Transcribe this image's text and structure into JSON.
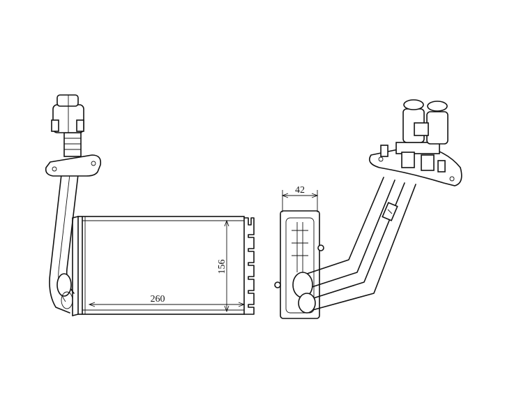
{
  "dimensions": {
    "width_label": "260",
    "height_label": "156",
    "depth_label": "42"
  },
  "colors": {
    "line": "#111111",
    "background": "#ffffff"
  }
}
